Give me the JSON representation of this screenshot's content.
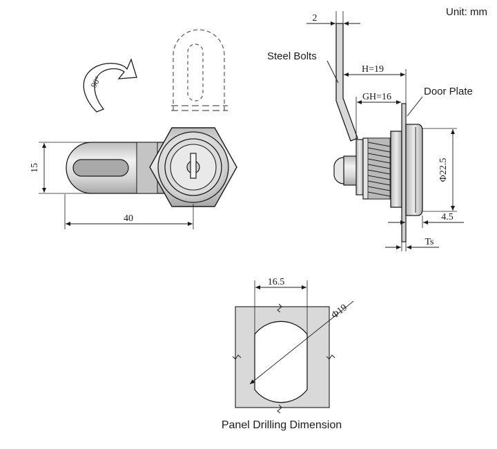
{
  "unit_label": "Unit: mm",
  "rotation_label": "90°",
  "callouts": {
    "steel_bolts": "Steel Bolts",
    "door_plate": "Door Plate"
  },
  "dimensions": {
    "cam_thickness": "2",
    "height": "H=19",
    "grip_height": "GH=16",
    "cam_width": "15",
    "cam_length": "40",
    "body_diameter": "Φ22.5",
    "flange_thickness": "4.5",
    "panel_thickness": "Ts",
    "flat_width": "16.5",
    "hole_diameter": "Φ19"
  },
  "caption": "Panel Drilling Dimension",
  "colors": {
    "line": "#1a1a1a",
    "metal_light": "#e6e6e6",
    "metal_mid": "#cfcfcf",
    "metal_dark": "#9e9e9e",
    "panel_fill": "#d9d9d9"
  }
}
